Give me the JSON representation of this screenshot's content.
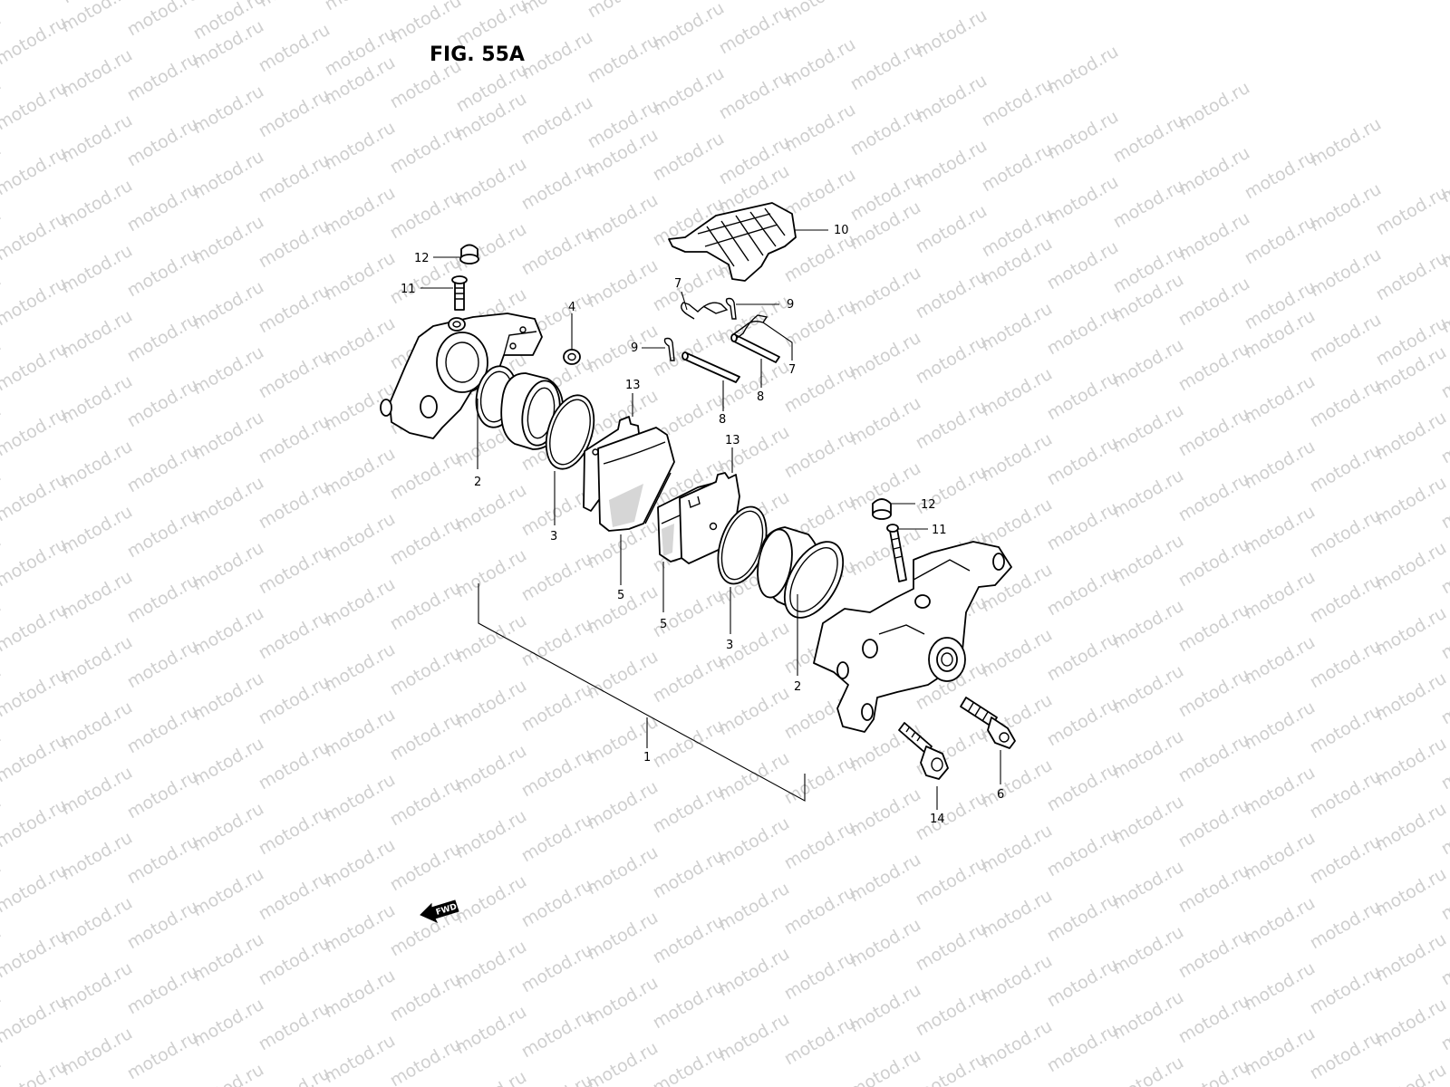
{
  "watermark_text": "motod.ru",
  "figure_title": "FIG. 55A",
  "fwd_label": "FWD",
  "callouts": {
    "c1": "1",
    "c2a": "2",
    "c2b": "2",
    "c3a": "3",
    "c3b": "3",
    "c4": "4",
    "c5a": "5",
    "c5b": "5",
    "c6": "6",
    "c7a": "7",
    "c7b": "7",
    "c8a": "8",
    "c8b": "8",
    "c9a": "9",
    "c9b": "9",
    "c10": "10",
    "c11a": "11",
    "c11b": "11",
    "c12a": "12",
    "c12b": "12",
    "c13a": "13",
    "c13b": "13",
    "c14": "14"
  },
  "colors": {
    "line": "#000000",
    "watermark": "#cfcfcf",
    "background": "#ffffff"
  }
}
